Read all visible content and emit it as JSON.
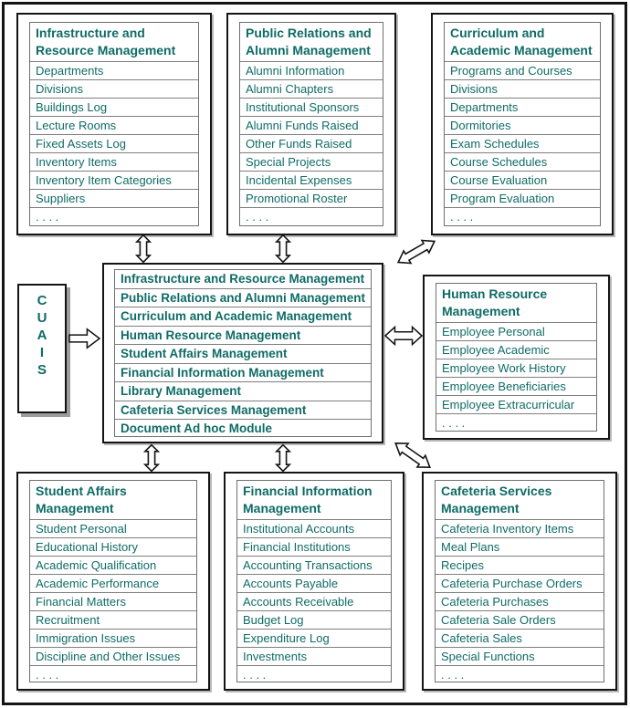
{
  "system": {
    "acronym": "CUAIS",
    "letters": [
      "C",
      "U",
      "A",
      "I",
      "S"
    ]
  },
  "colors": {
    "text_teal": "#0f6b66",
    "box_border": "#141414",
    "table_border": "#7f7f7f"
  },
  "center": {
    "items": [
      "Infrastructure and Resource Management",
      "Public Relations and Alumni Management",
      "Curriculum and Academic Management",
      "Human Resource Management",
      "Student Affairs Management",
      "Financial Information Management",
      "Library Management",
      "Cafeteria Services Management",
      "Document Ad hoc Module"
    ]
  },
  "modules": {
    "infrastructure": {
      "title_lines": [
        "Infrastructure and",
        "Resource Management"
      ],
      "items": [
        "Departments",
        "Divisions",
        "Buildings Log",
        "Lecture Rooms",
        "Fixed Assets Log",
        "Inventory Items",
        "Inventory Item Categories",
        "Suppliers"
      ],
      "more": ". . . ."
    },
    "public_relations": {
      "title_lines": [
        "Public Relations and",
        "Alumni Management"
      ],
      "items": [
        "Alumni Information",
        "Alumni Chapters",
        "Institutional Sponsors",
        "Alumni Funds Raised",
        "Other Funds Raised",
        "Special Projects",
        "Incidental Expenses",
        "Promotional Roster"
      ],
      "more": ". . . ."
    },
    "curriculum": {
      "title_lines": [
        "Curriculum and",
        "Academic Management"
      ],
      "items": [
        "Programs and Courses",
        "Divisions",
        "Departments",
        "Dormitories",
        "Exam Schedules",
        "Course Schedules",
        "Course Evaluation",
        "Program Evaluation"
      ],
      "more": ". . . ."
    },
    "human_resource": {
      "title_lines": [
        "Human Resource",
        "Management"
      ],
      "items": [
        "Employee Personal",
        "Employee Academic",
        "Employee Work History",
        "Employee Beneficiaries",
        "Employee Extracurricular"
      ],
      "more": ". . . ."
    },
    "student_affairs": {
      "title_lines": [
        "Student Affairs",
        "Management"
      ],
      "items": [
        "Student Personal",
        "Educational History",
        "Academic Qualification",
        "Academic Performance",
        "Financial Matters",
        "Recruitment",
        "Immigration Issues",
        "Discipline and Other Issues"
      ],
      "more": ". . . ."
    },
    "financial": {
      "title_lines": [
        "Financial Information",
        "Management"
      ],
      "items": [
        "Institutional Accounts",
        "Financial Institutions",
        "Accounting Transactions",
        "Accounts Payable",
        "Accounts Receivable",
        "Budget Log",
        "Expenditure Log",
        "Investments"
      ],
      "more": ". . . ."
    },
    "cafeteria": {
      "title_lines": [
        "Cafeteria Services",
        "Management"
      ],
      "items": [
        "Cafeteria Inventory Items",
        "Meal Plans",
        "Recipes",
        "Cafeteria Purchase Orders",
        "Cafeteria Purchases",
        "Cafeteria Sale Orders",
        "Cafeteria Sales",
        "Special Functions"
      ],
      "more": ". . . ."
    }
  }
}
